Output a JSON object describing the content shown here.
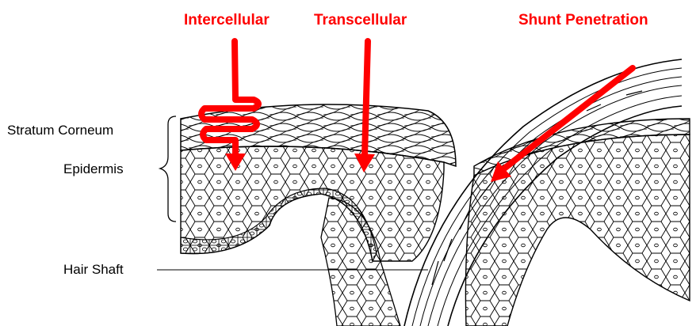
{
  "routes": [
    {
      "label": "Intercellular"
    },
    {
      "label": "Transcellular"
    },
    {
      "label": "Shunt Penetration"
    }
  ],
  "structures": {
    "stratum_corneum": "Stratum Corneum",
    "epidermis": "Epidermis",
    "hair_shaft": "Hair Shaft"
  },
  "colors": {
    "route_color": "#ff0000",
    "ink": "#000000",
    "background": "#ffffff"
  }
}
